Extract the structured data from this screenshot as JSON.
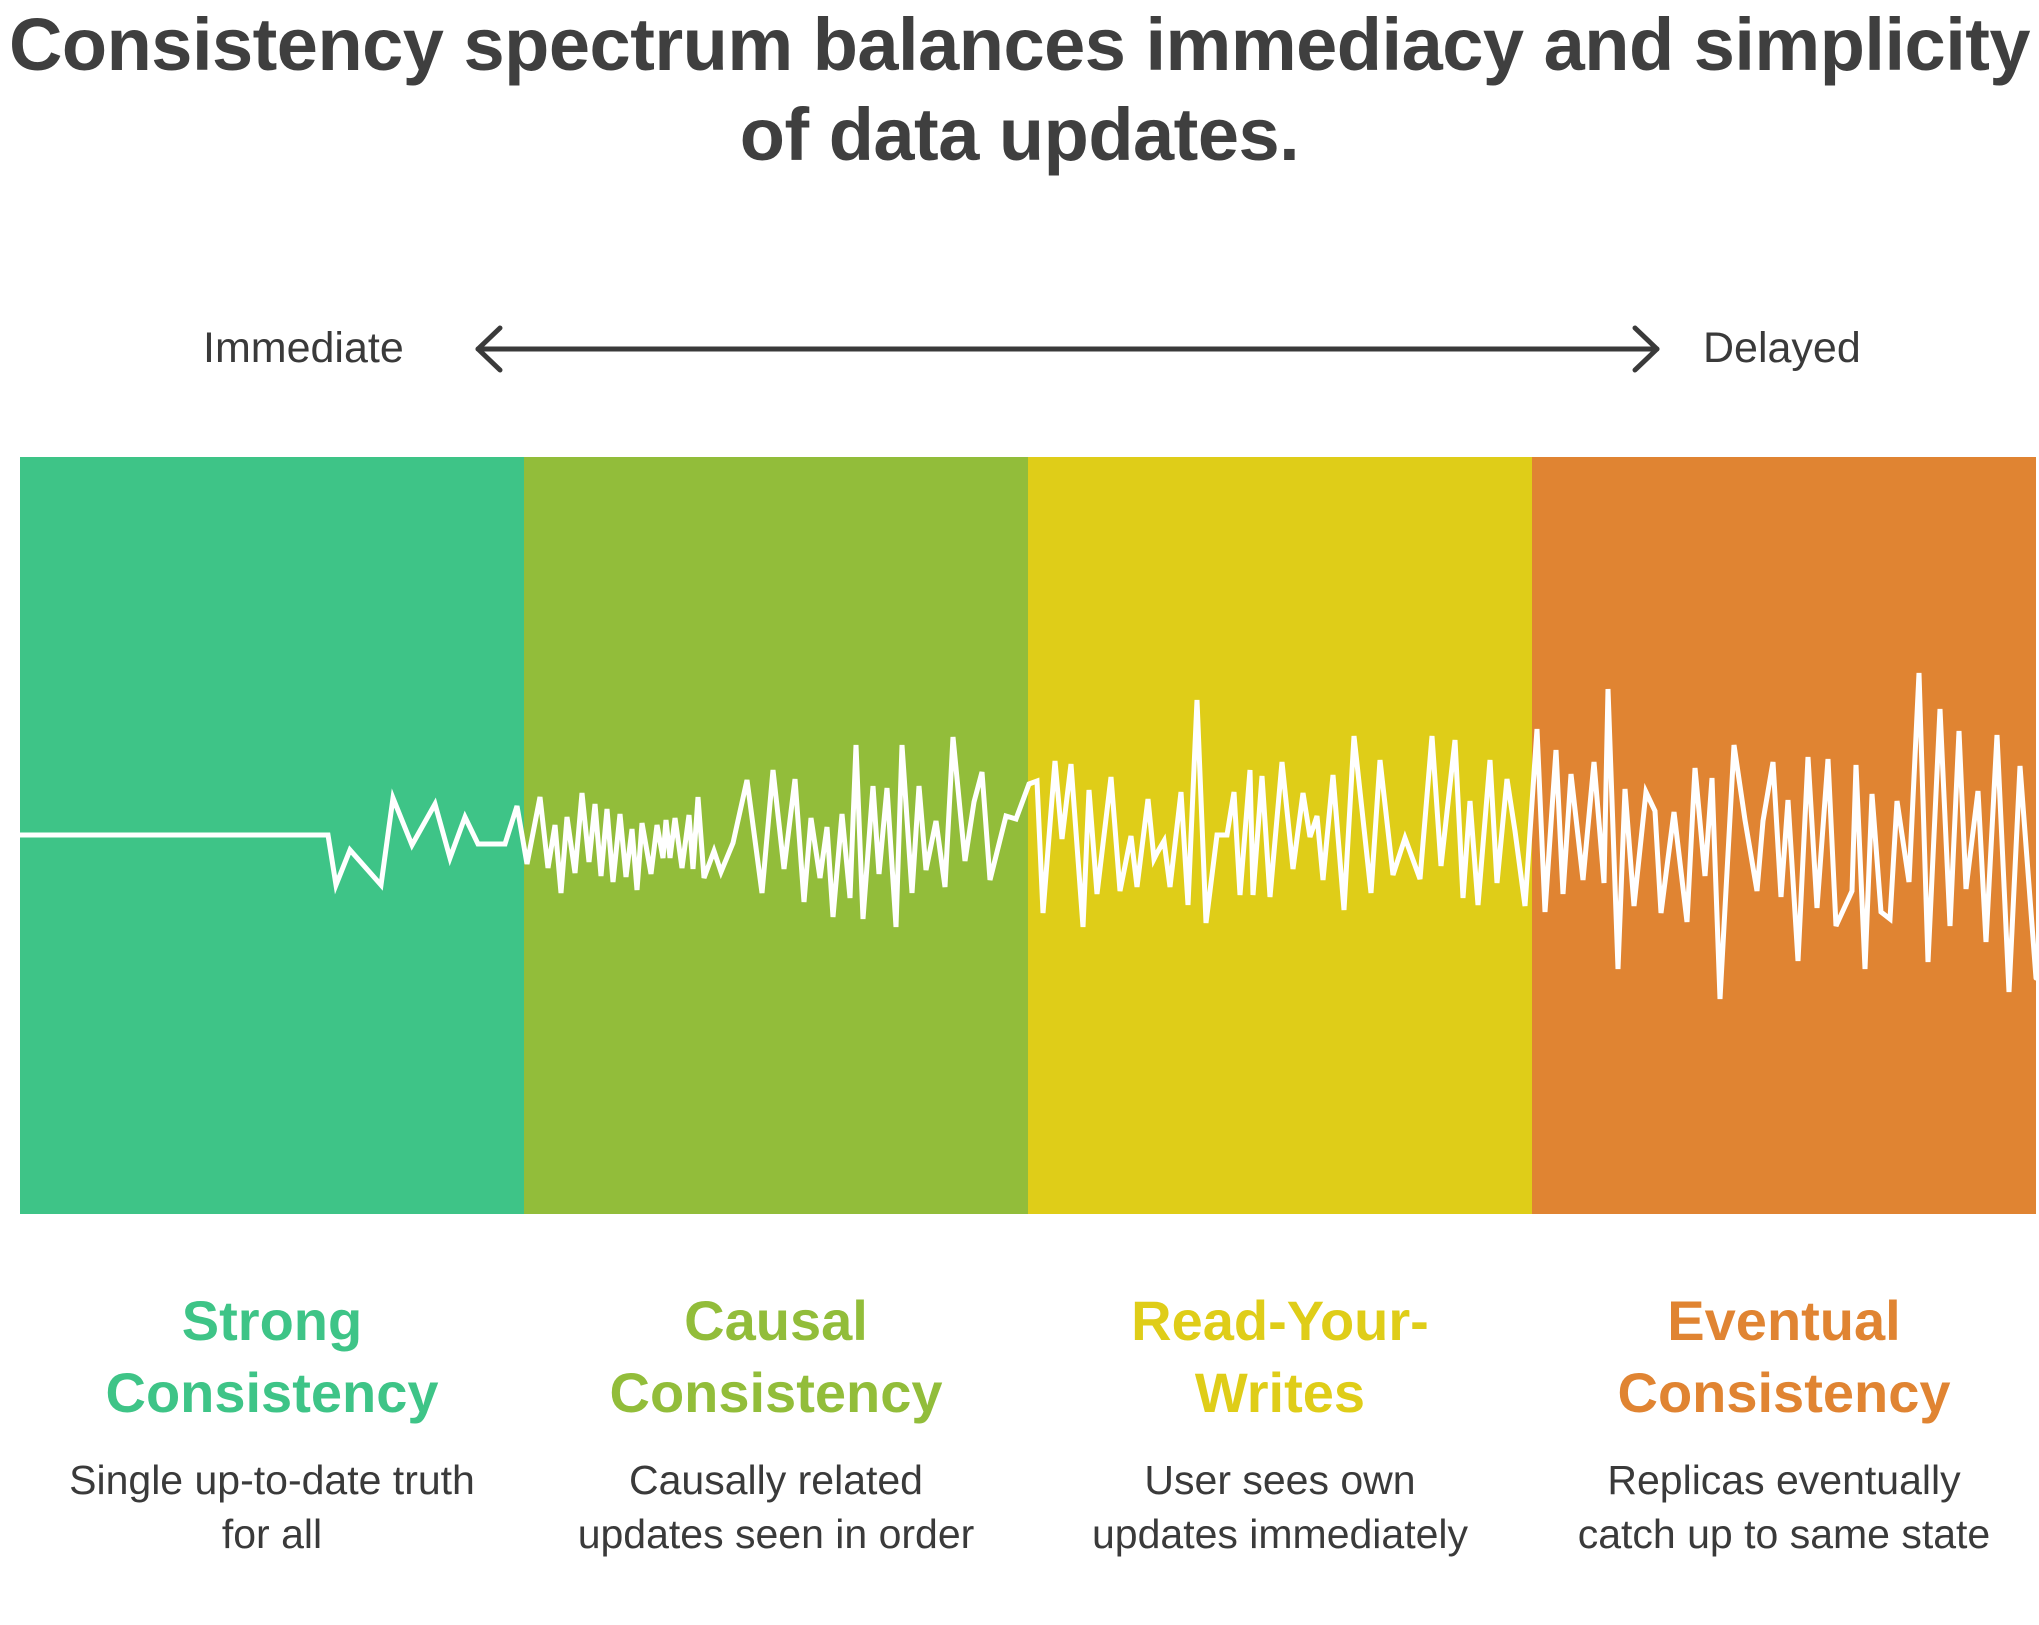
{
  "title": "Consistency spectrum balances immediacy and simplicity of data updates.",
  "scale": {
    "left_label": "Immediate",
    "right_label": "Delayed"
  },
  "segments": [
    {
      "title": "Strong Consistency",
      "description": "Single up-to-date truth for all",
      "color": "#3ec487"
    },
    {
      "title": "Causal Consistency",
      "description": "Causally related updates seen in order",
      "color": "#92bd3a"
    },
    {
      "title": "Read-Your-Writes",
      "description": "User sees own updates immediately",
      "color": "#dfcd18"
    },
    {
      "title": "Eventual Consistency",
      "description": "Replicas eventually catch up to same state",
      "color": "#e08432"
    }
  ],
  "colors": {
    "title": "#3f3f3f",
    "text": "#3a3a3a",
    "wave": "#ffffff",
    "arrow": "#3a3a3a"
  },
  "icons": {
    "scale_arrow": "double-headed-arrow",
    "signal": "noise-wave"
  }
}
